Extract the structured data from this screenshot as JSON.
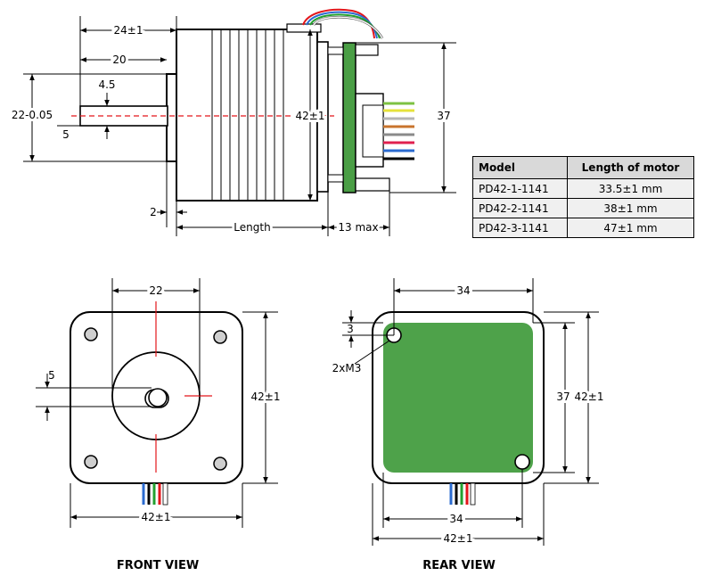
{
  "side_view": {
    "dimensions": {
      "shaft_total": "24±1",
      "shaft_length": "20",
      "shaft_flat": "4.5",
      "shaft_diameter_label": "22-0.05",
      "shaft_small": "5",
      "body_height": "42±1",
      "board_height": "37",
      "flange": "2",
      "length": "Length",
      "board_depth": "13 max"
    },
    "wire_colors": [
      "#7dc242",
      "#e6e23c",
      "#b5b5b5",
      "#c8742d",
      "#8a8a8a",
      "#e0204f",
      "#2b6bd0",
      "#000000"
    ],
    "lead_colors": [
      "#e3161b",
      "#2b6bd0",
      "#23a030",
      "#ffffff"
    ]
  },
  "spec_table": {
    "headers": [
      "Model",
      "Length of motor"
    ],
    "rows": [
      [
        "PD42-1-1141",
        "33.5±1 mm"
      ],
      [
        "PD42-2-1141",
        "38±1 mm"
      ],
      [
        "PD42-3-1141",
        "47±1 mm"
      ]
    ]
  },
  "front_view": {
    "label": "FRONT VIEW",
    "dimensions": {
      "pilot": "22",
      "shaft_offset": "5",
      "height": "42±1",
      "width": "42±1"
    },
    "lead_colors": [
      "#2b6bd0",
      "#000000",
      "#23a030",
      "#e3161b",
      "#ffffff"
    ]
  },
  "rear_view": {
    "label": "REAR VIEW",
    "dimensions": {
      "hole_spacing_top": "34",
      "edge": "3",
      "holes": "2xM3",
      "board_height": "37",
      "height": "42±1",
      "hole_spacing_bottom": "34",
      "width": "42±1"
    },
    "lead_colors": [
      "#2b6bd0",
      "#000000",
      "#23a030",
      "#e3161b",
      "#ffffff"
    ],
    "pcb_color": "#4ea24a"
  }
}
